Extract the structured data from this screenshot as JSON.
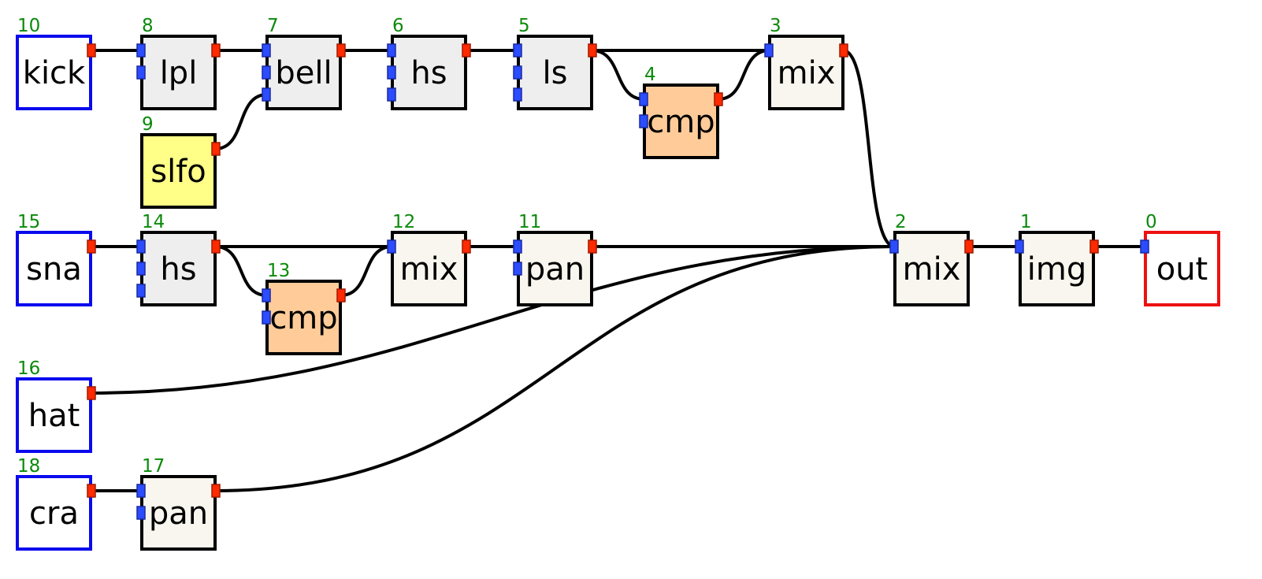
{
  "colors": {
    "source_border": "#0a0aee",
    "output_border": "#ee1111",
    "node_border": "#000000",
    "filter_fill": "#eeeeee",
    "mix_fill": "#f8f6ee",
    "lfo_fill": "#ffff88",
    "comp_fill": "#ffcc99",
    "source_fill": "#ffffff",
    "id_text": "#0a8a0a",
    "wire": "#000000"
  },
  "nodes": [
    {
      "key": "n10",
      "id": "10",
      "label": "kick",
      "kind": "source",
      "inputs": 0,
      "outputs": 1
    },
    {
      "key": "n8",
      "id": "8",
      "label": "lpl",
      "kind": "filter",
      "inputs": 2,
      "outputs": 1
    },
    {
      "key": "n7",
      "id": "7",
      "label": "bell",
      "kind": "filter",
      "inputs": 3,
      "outputs": 1
    },
    {
      "key": "n6",
      "id": "6",
      "label": "hs",
      "kind": "filter",
      "inputs": 3,
      "outputs": 1
    },
    {
      "key": "n5",
      "id": "5",
      "label": "ls",
      "kind": "filter",
      "inputs": 3,
      "outputs": 1
    },
    {
      "key": "n4",
      "id": "4",
      "label": "cmp",
      "kind": "comp",
      "inputs": 2,
      "outputs": 1
    },
    {
      "key": "n3",
      "id": "3",
      "label": "mix",
      "kind": "mix",
      "inputs": 1,
      "outputs": 1
    },
    {
      "key": "n9",
      "id": "9",
      "label": "slfo",
      "kind": "lfo",
      "inputs": 0,
      "outputs": 1
    },
    {
      "key": "n15",
      "id": "15",
      "label": "sna",
      "kind": "source",
      "inputs": 0,
      "outputs": 1
    },
    {
      "key": "n14",
      "id": "14",
      "label": "hs",
      "kind": "filter",
      "inputs": 3,
      "outputs": 1
    },
    {
      "key": "n13",
      "id": "13",
      "label": "cmp",
      "kind": "comp",
      "inputs": 2,
      "outputs": 1
    },
    {
      "key": "n12",
      "id": "12",
      "label": "mix",
      "kind": "mix",
      "inputs": 1,
      "outputs": 1
    },
    {
      "key": "n11",
      "id": "11",
      "label": "pan",
      "kind": "mix",
      "inputs": 2,
      "outputs": 1
    },
    {
      "key": "n2",
      "id": "2",
      "label": "mix",
      "kind": "mix",
      "inputs": 1,
      "outputs": 1
    },
    {
      "key": "n1",
      "id": "1",
      "label": "img",
      "kind": "mix",
      "inputs": 1,
      "outputs": 1
    },
    {
      "key": "n0",
      "id": "0",
      "label": "out",
      "kind": "output",
      "inputs": 1,
      "outputs": 0
    },
    {
      "key": "n16",
      "id": "16",
      "label": "hat",
      "kind": "source",
      "inputs": 0,
      "outputs": 1
    },
    {
      "key": "n18",
      "id": "18",
      "label": "cra",
      "kind": "source",
      "inputs": 0,
      "outputs": 1
    },
    {
      "key": "n17",
      "id": "17",
      "label": "pan",
      "kind": "mix",
      "inputs": 2,
      "outputs": 1
    }
  ],
  "edges": [
    {
      "from": "n10",
      "to": "n8",
      "in": 0
    },
    {
      "from": "n8",
      "to": "n7",
      "in": 0
    },
    {
      "from": "n9",
      "to": "n7",
      "in": 2
    },
    {
      "from": "n7",
      "to": "n6",
      "in": 0
    },
    {
      "from": "n6",
      "to": "n5",
      "in": 0
    },
    {
      "from": "n5",
      "to": "n3",
      "in": 0
    },
    {
      "from": "n5",
      "to": "n4",
      "in": 0
    },
    {
      "from": "n4",
      "to": "n3",
      "in": 0
    },
    {
      "from": "n3",
      "to": "n2",
      "in": 0
    },
    {
      "from": "n15",
      "to": "n14",
      "in": 0
    },
    {
      "from": "n14",
      "to": "n12",
      "in": 0
    },
    {
      "from": "n14",
      "to": "n13",
      "in": 0
    },
    {
      "from": "n13",
      "to": "n12",
      "in": 0
    },
    {
      "from": "n12",
      "to": "n11",
      "in": 0
    },
    {
      "from": "n11",
      "to": "n2",
      "in": 0
    },
    {
      "from": "n16",
      "to": "n2",
      "in": 0
    },
    {
      "from": "n18",
      "to": "n17",
      "in": 0
    },
    {
      "from": "n17",
      "to": "n2",
      "in": 0
    },
    {
      "from": "n2",
      "to": "n1",
      "in": 0
    },
    {
      "from": "n1",
      "to": "n0",
      "in": 0
    }
  ]
}
